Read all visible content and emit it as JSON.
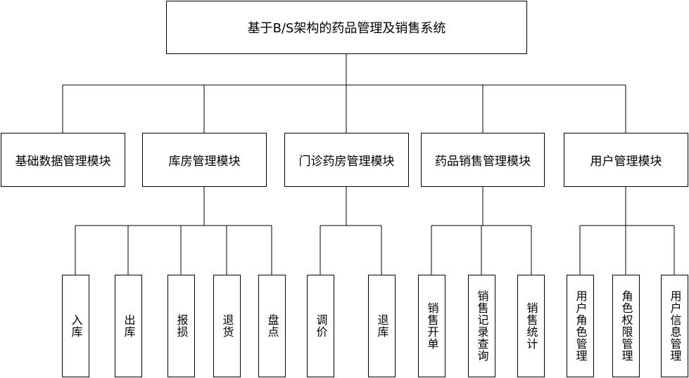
{
  "root": {
    "label": "基于B/S架构的药品管理及销售系统"
  },
  "modules": [
    {
      "label": "基础数据管理模块",
      "children": []
    },
    {
      "label": "库房管理模块",
      "children": [
        "入库",
        "出库",
        "报损",
        "退货",
        "盘点"
      ]
    },
    {
      "label": "门诊药房管理模块",
      "children": [
        "调价",
        "退库"
      ]
    },
    {
      "label": "药品销售管理模块",
      "children": [
        "销售开单",
        "销售记录查询",
        "销售统计"
      ]
    },
    {
      "label": "用户管理模块",
      "children": [
        "用户角色管理",
        "角色权限管理",
        "用户信息管理"
      ]
    }
  ]
}
